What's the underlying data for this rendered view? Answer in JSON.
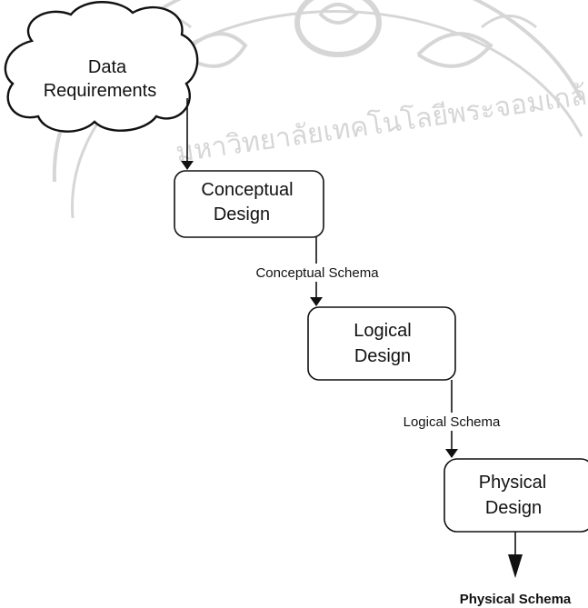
{
  "diagram": {
    "source": {
      "line1": "Data",
      "line2": "Requirements"
    },
    "steps": [
      {
        "line1": "Conceptual",
        "line2": "Design"
      },
      {
        "line1": "Logical",
        "line2": "Design"
      },
      {
        "line1": "Physical",
        "line2": "Design"
      }
    ],
    "flows": [
      "Conceptual Schema",
      "Logical Schema",
      "Physical Schema"
    ],
    "watermark": "มหาวิทยาลัยเทคโนโลยีพระจอมเกล้าธนบุรี"
  },
  "colors": {
    "ink": "#111111",
    "watermark": "#b5b5b5"
  }
}
